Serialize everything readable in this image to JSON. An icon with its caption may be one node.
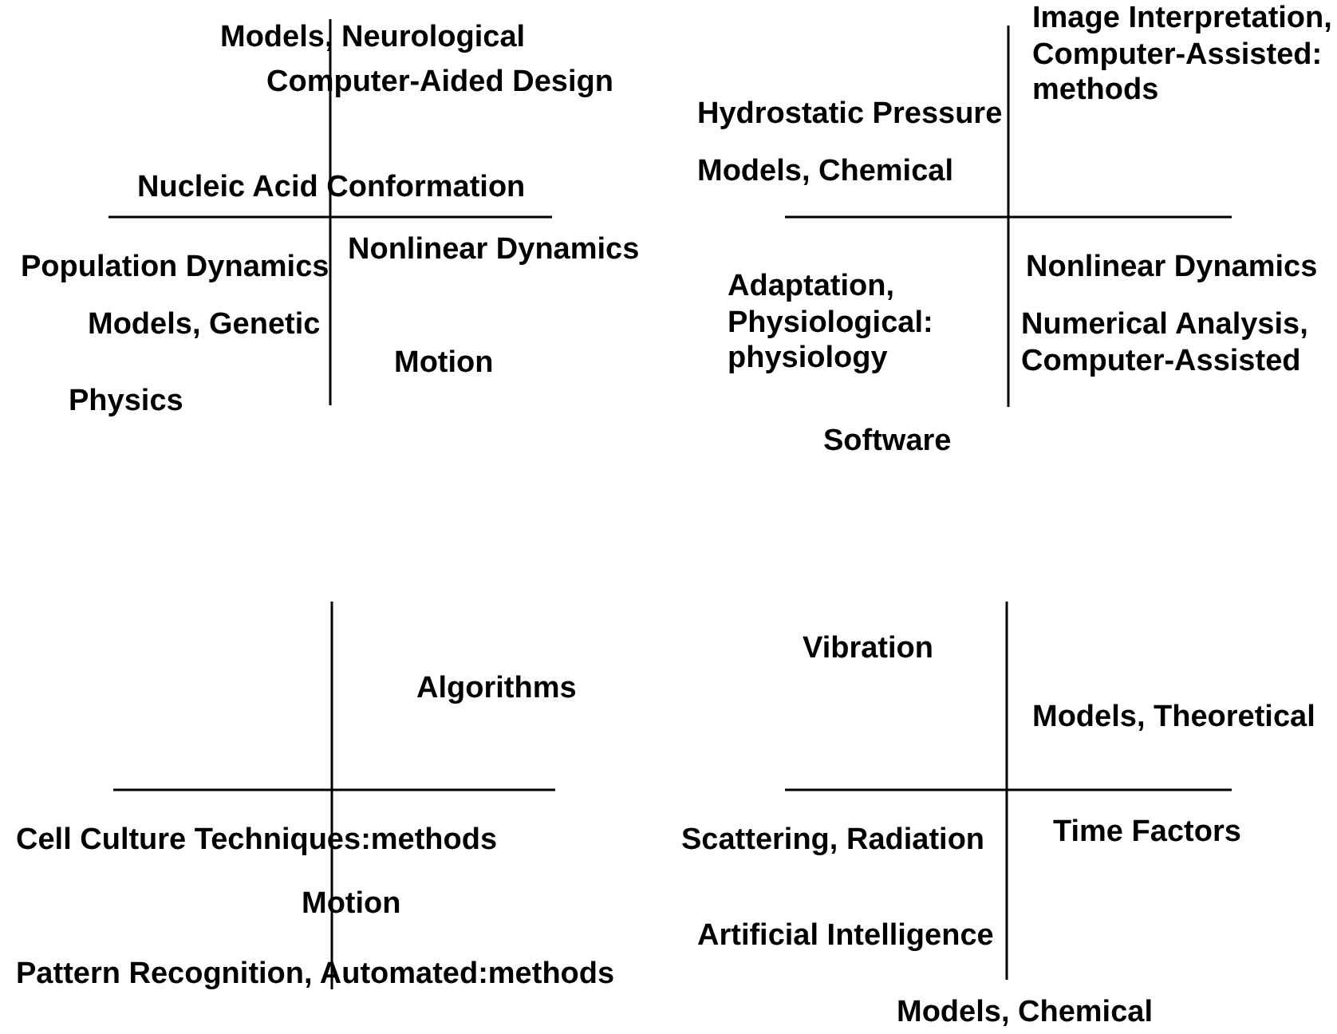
{
  "diagram": {
    "labels": [
      "Models, Neurological",
      "Computer-Aided Design",
      "Nucleic Acid Conformation",
      "Nonlinear Dynamics",
      "Population Dynamics",
      "Models, Genetic",
      "Motion",
      "Physics",
      "Image Interpretation, Computer-Assisted: methods",
      "Hydrostatic Pressure",
      "Models, Chemical",
      "Nonlinear Dynamics",
      "Adaptation, Physiological: physiology",
      "Numerical Analysis, Computer-Assisted",
      "Software",
      "Algorithms",
      "Cell Culture Techniques:methods",
      "Motion",
      "Pattern Recognition, Automated:methods",
      "Vibration",
      "Models, Theoretical",
      "Time Factors",
      "Scattering, Radiation",
      "Artificial Intelligence",
      "Models, Chemical"
    ]
  }
}
